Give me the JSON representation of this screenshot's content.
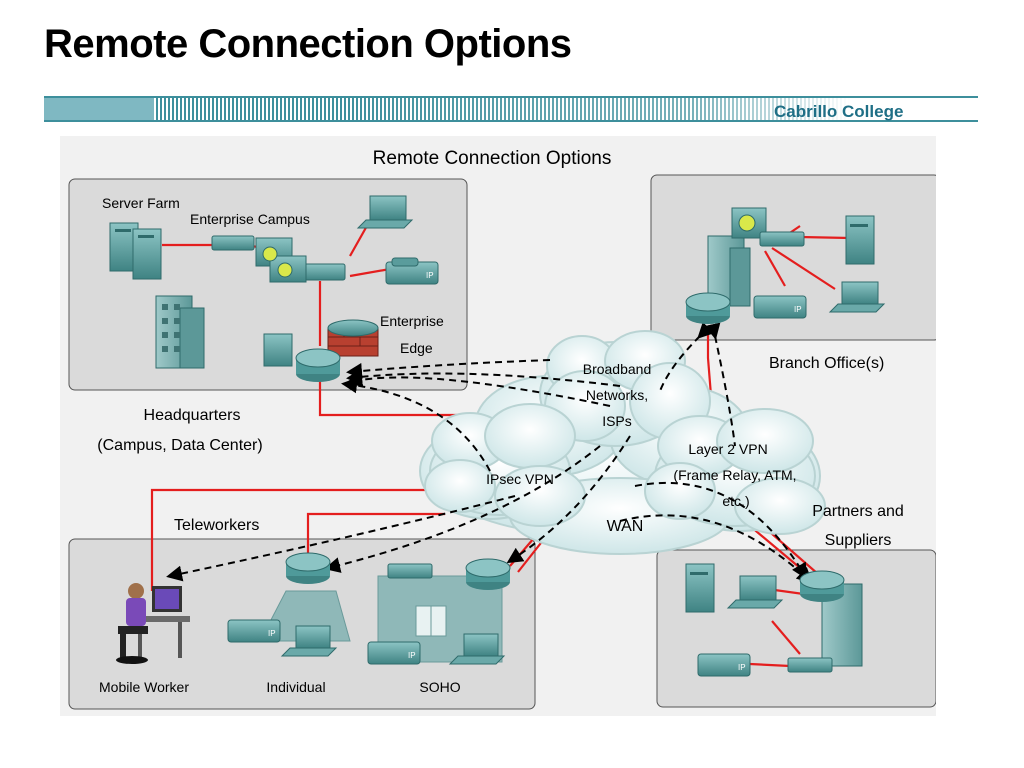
{
  "slide": {
    "title": "Remote Connection Options",
    "brand": "Cabrillo College"
  },
  "diagram": {
    "title": "Remote Connection Options",
    "headquarters": {
      "server_farm": "Server Farm",
      "enterprise_campus": "Enterprise Campus",
      "enterprise_edge_1": "Enterprise",
      "enterprise_edge_2": "Edge",
      "label_1": "Headquarters",
      "label_2": "(Campus, Data Center)"
    },
    "branch": {
      "label": "Branch Office(s)"
    },
    "clouds": {
      "broadband_1": "Broadband",
      "broadband_2": "Networks,",
      "broadband_3": "ISPs",
      "ipsec": "IPsec VPN",
      "layer2_1": "Layer 2 VPN",
      "layer2_2": "(Frame Relay, ATM,",
      "layer2_3": "etc.)",
      "wan": "WAN"
    },
    "teleworkers": {
      "label": "Teleworkers",
      "mobile_worker": "Mobile Worker",
      "individual": "Individual",
      "soho": "SOHO"
    },
    "partners": {
      "label_1": "Partners and",
      "label_2": "Suppliers"
    },
    "ip_label": "IP",
    "colors": {
      "link": "#e41e1e",
      "device": "#4f9a9a",
      "box": "#dadada",
      "cloud": "#dff0f0"
    }
  }
}
